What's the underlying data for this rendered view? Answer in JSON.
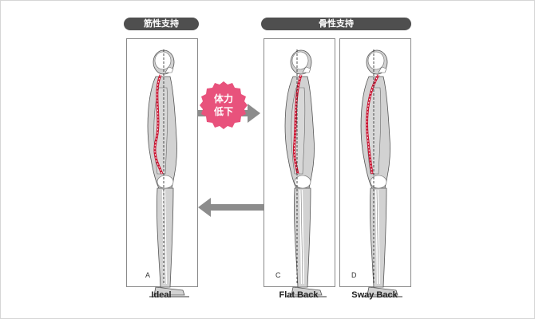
{
  "headers": {
    "muscle_support": "筋性支持",
    "bone_support": "骨性支持"
  },
  "badge": {
    "line1": "体力",
    "line2": "低下",
    "color": "#e8527c"
  },
  "panels": [
    {
      "letter": "A",
      "caption": "Ideal"
    },
    {
      "letter": "C",
      "caption": "Flat Back"
    },
    {
      "letter": "D",
      "caption": "Sway Back"
    }
  ],
  "colors": {
    "header_bg": "#4f4f4f",
    "arrow": "#8c8c8c",
    "body": "#d2d2d2",
    "spine": "#c8102e"
  }
}
